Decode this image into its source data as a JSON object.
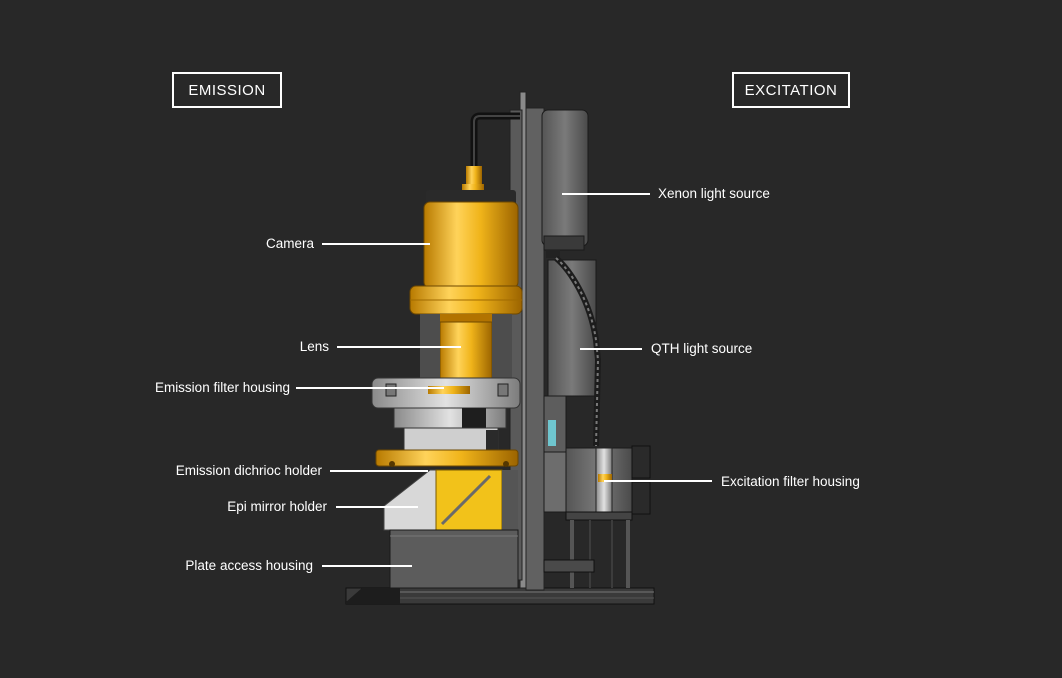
{
  "sections": {
    "emission": "EMISSION",
    "excitation": "EXCITATION"
  },
  "labels": {
    "camera": "Camera",
    "lens": "Lens",
    "emission_filter_housing": "Emission filter housing",
    "emission_dichroic_holder": "Emission dichrioc holder",
    "epi_mirror_holder": "Epi mirror holder",
    "plate_access_housing": "Plate access housing",
    "xenon_light_source": "Xenon light source",
    "qth_light_source": "QTH light source",
    "excitation_filter_housing": "Excitation filter housing"
  },
  "colors": {
    "background": "#282828",
    "gold": "#e8a80a",
    "metal_gray": "#6b6b6b",
    "text": "#ffffff"
  }
}
